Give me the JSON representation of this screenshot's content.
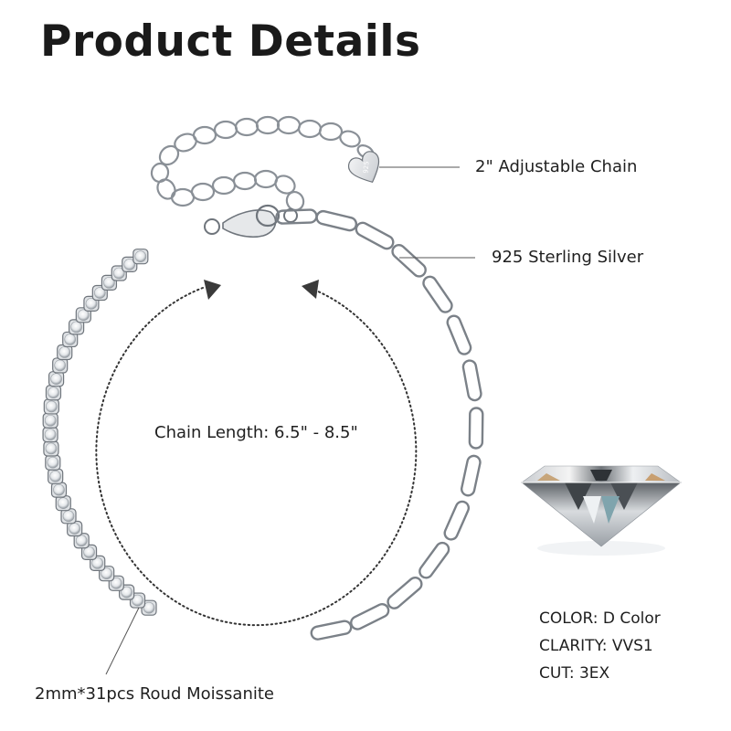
{
  "title": "Product Details",
  "callouts": {
    "extender": "2\" Adjustable Chain",
    "material": "925 Sterling Silver",
    "chain_length": "Chain Length: 6.5\" - 8.5\"",
    "stones": "2mm*31pcs Roud Moissanite"
  },
  "charm": {
    "stamp": "925"
  },
  "gem_specs": [
    {
      "label": "COLOR: D Color"
    },
    {
      "label": "CLARITY: VVS1"
    },
    {
      "label": "CUT: 3EX"
    }
  ],
  "colors": {
    "text": "#1a1a1a",
    "silver": "#c9cdd2",
    "silver_dark": "#6f757c",
    "leader_line": "#555555",
    "arrow": "#3a3a3a"
  }
}
